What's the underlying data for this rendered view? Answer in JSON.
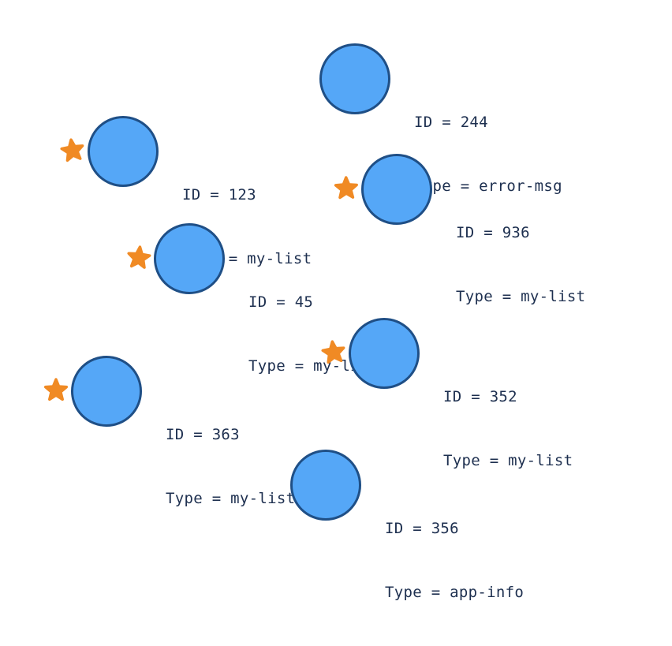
{
  "colors": {
    "node_fill": "#55a7f7",
    "node_stroke": "#1f4f86",
    "star": "#f08a24",
    "text": "#1d2f4f"
  },
  "nodes": [
    {
      "id_text": "ID = 244",
      "type_text": "Type = error-msg",
      "starred": false
    },
    {
      "id_text": "ID = 123",
      "type_text": "Type = my-list",
      "starred": true
    },
    {
      "id_text": "ID = 936",
      "type_text": "Type = my-list",
      "starred": true
    },
    {
      "id_text": "ID = 45",
      "type_text": "Type = my-list",
      "starred": true
    },
    {
      "id_text": "ID = 352",
      "type_text": "Type = my-list",
      "starred": true
    },
    {
      "id_text": "ID = 363",
      "type_text": "Type = my-list",
      "starred": true
    },
    {
      "id_text": "ID = 356",
      "type_text": "Type = app-info",
      "starred": false
    }
  ]
}
